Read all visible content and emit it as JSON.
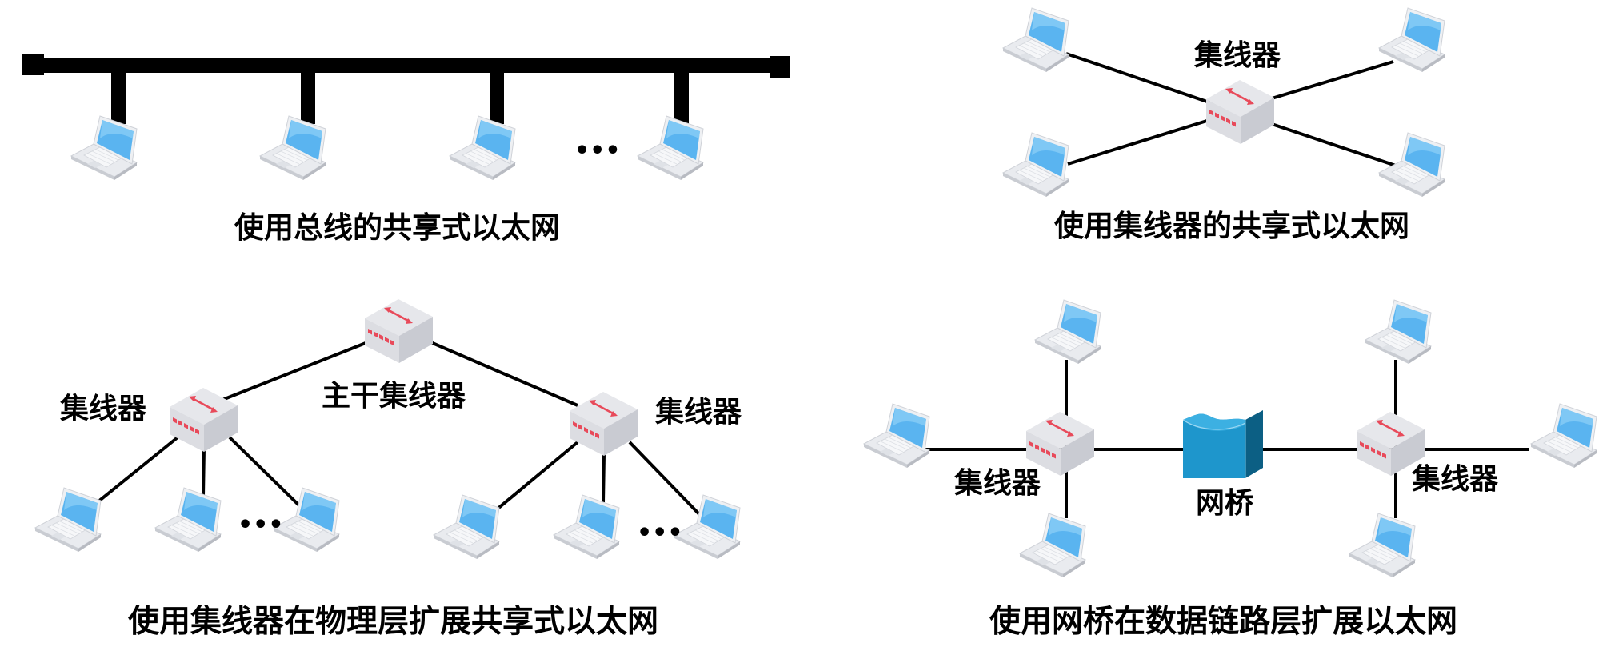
{
  "diagrams": {
    "bus": {
      "caption": "使用总线的共享式以太网",
      "ellipsis": "•••"
    },
    "hub_star": {
      "caption": "使用集线器的共享式以太网",
      "hub_label": "集线器"
    },
    "hub_tree": {
      "caption": "使用集线器在物理层扩展共享式以太网",
      "backbone_label": "主干集线器",
      "left_hub_label": "集线器",
      "right_hub_label": "集线器",
      "ellipsis": "•••"
    },
    "bridge": {
      "caption": "使用网桥在数据链路层扩展以太网",
      "bridge_label": "网桥",
      "left_hub_label": "集线器",
      "right_hub_label": "集线器"
    }
  },
  "icons": {
    "laptop": "laptop-icon",
    "hub": "hub-icon",
    "bridge": "bridge-icon"
  },
  "colors": {
    "line": "#000000",
    "laptop_screen": "#5ab4f0",
    "laptop_body": "#e6e8ec",
    "hub_body": "#dcdde2",
    "hub_accent": "#e84a5a",
    "bridge_front": "#1e96cc",
    "bridge_side": "#0c5f84",
    "bridge_top": "#3cb0e2"
  }
}
